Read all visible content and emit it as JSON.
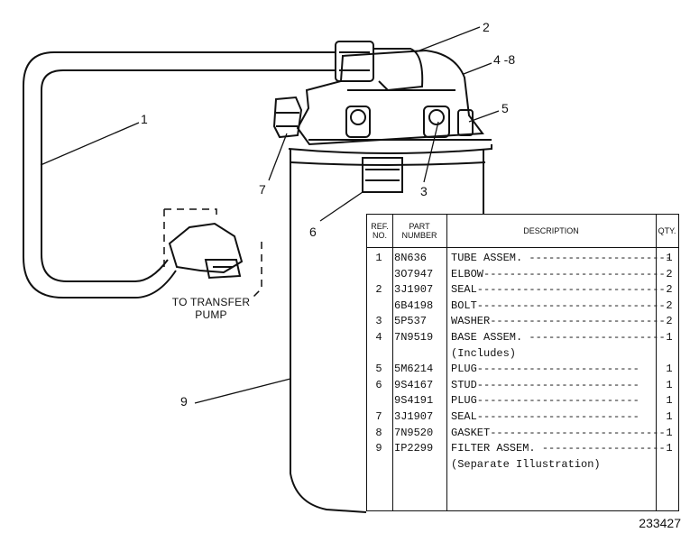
{
  "callouts": [
    "1",
    "2",
    "4 -8",
    "5",
    "7",
    "3",
    "6",
    "9"
  ],
  "pump_note": [
    "TO TRANSFER",
    "PUMP"
  ],
  "figure_number": "233427",
  "table": {
    "headers": {
      "ref_line1": "REF.",
      "ref_line2": "NO.",
      "part_line1": "PART",
      "part_line2": "NUMBER",
      "description": "DESCRIPTION",
      "qty": "QTY."
    },
    "rows": [
      {
        "ref": "1",
        "part": "8N636",
        "desc": "TUBE ASSEM. ----------------------",
        "qty": "1"
      },
      {
        "ref": "",
        "part": "3O7947",
        "desc": "ELBOW----------------------------",
        "qty": "2"
      },
      {
        "ref": "2",
        "part": "3J1907",
        "desc": "SEAL-----------------------------",
        "qty": "2"
      },
      {
        "ref": "",
        "part": "6B4198",
        "desc": "BOLT-----------------------------",
        "qty": "2"
      },
      {
        "ref": "3",
        "part": "5P537",
        "desc": "WASHER---------------------------",
        "qty": "2"
      },
      {
        "ref": "4",
        "part": "7N9519",
        "desc": "BASE ASSEM. ---------------------",
        "qty": "1"
      },
      {
        "ref": "",
        "part": "",
        "desc": "(Includes)",
        "qty": ""
      },
      {
        "ref": "5",
        "part": "5M6214",
        "desc": "   PLUG-------------------------",
        "qty": "1"
      },
      {
        "ref": "6",
        "part": "9S4167",
        "desc": "   STUD-------------------------",
        "qty": "1"
      },
      {
        "ref": "",
        "part": "9S4191",
        "desc": "   PLUG-------------------------",
        "qty": "1"
      },
      {
        "ref": "7",
        "part": "3J1907",
        "desc": "   SEAL-------------------------",
        "qty": "1"
      },
      {
        "ref": "8",
        "part": "7N9520",
        "desc": "GASKET---------------------------",
        "qty": "1"
      },
      {
        "ref": "9",
        "part": "IP2299",
        "desc": "FILTER ASSEM. -------------------",
        "qty": "1"
      },
      {
        "ref": "",
        "part": "",
        "desc": "(Separate Illustration)",
        "qty": ""
      }
    ]
  }
}
